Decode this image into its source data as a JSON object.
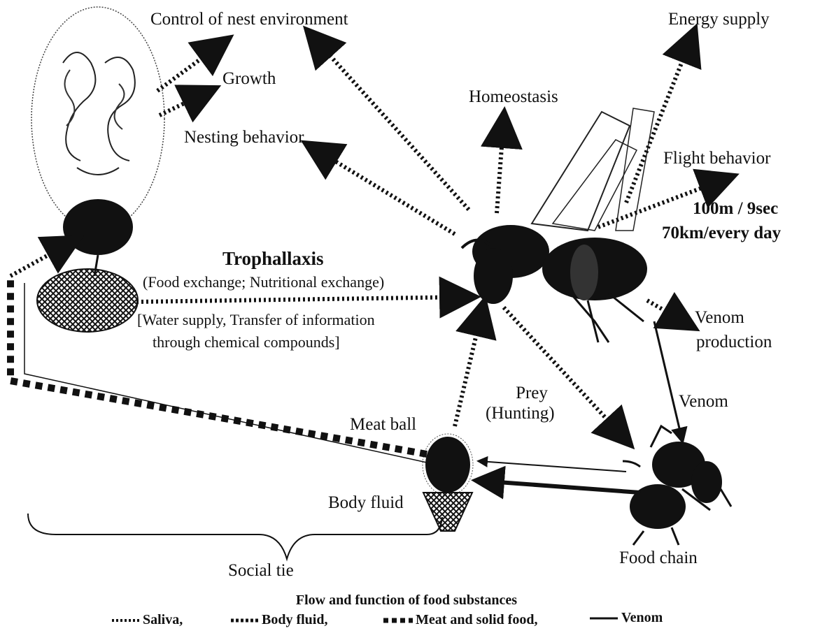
{
  "labels": {
    "control_nest": "Control of nest environment",
    "growth": "Growth",
    "energy_supply": "Energy supply",
    "homeostasis": "Homeostasis",
    "nesting_behavior": "Nesting behavior",
    "flight_behavior": "Flight behavior",
    "flight_speed": "100m / 9sec",
    "flight_distance": "70km/every day",
    "trophallaxis": "Trophallaxis",
    "trophallaxis_sub": "(Food exchange; Nutritional exchange)",
    "water_line1": "[Water supply, Transfer of information",
    "water_line2": "through chemical compounds]",
    "venom_production_1": "Venom",
    "venom_production_2": "production",
    "venom": "Venom",
    "prey": "Prey",
    "hunting": "(Hunting)",
    "meat_ball": "Meat ball",
    "body_fluid": "Body fluid",
    "social_tie": "Social tie",
    "food_chain": "Food chain"
  },
  "legend": {
    "title": "Flow and function of food substances",
    "saliva": "Saliva,",
    "body_fluid": "Body fluid,",
    "meat": "Meat and solid food,",
    "venom": "Venom"
  }
}
